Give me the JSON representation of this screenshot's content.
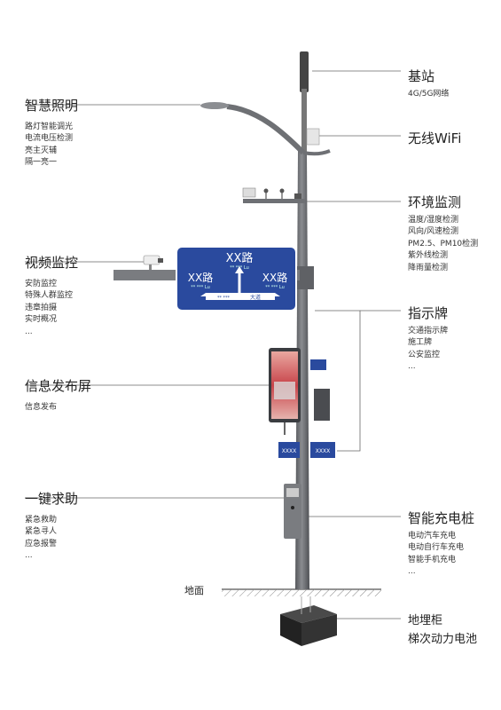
{
  "features": {
    "base_station": {
      "title": "基站",
      "items": [
        "4G/5G网络"
      ]
    },
    "wifi": {
      "title": "无线WiFi",
      "items": []
    },
    "environment": {
      "title": "环境监测",
      "items": [
        "温度/湿度检测",
        "风向/风速检测",
        "PM2.5、PM10检测",
        "紫外线检测",
        "降雨量检测"
      ]
    },
    "sign": {
      "title": "指示牌",
      "items": [
        "交通指示牌",
        "施工牌",
        "公安监控",
        "..."
      ]
    },
    "charging": {
      "title": "智能充电桩",
      "items": [
        "电动汽车充电",
        "电动自行车充电",
        "智能手机充电",
        "..."
      ]
    },
    "underground": {
      "title": "地埋柜",
      "items": [
        "梯次动力电池"
      ]
    },
    "lighting": {
      "title": "智慧照明",
      "items": [
        "路灯智能调光",
        "电流电压检测",
        "亮主灭辅",
        "隔一亮一"
      ]
    },
    "video": {
      "title": "视频监控",
      "items": [
        "安防监控",
        "特殊人群监控",
        "违章拍摄",
        "实时概况",
        "..."
      ]
    },
    "screen": {
      "title": "信息发布屏",
      "items": [
        "信息发布"
      ]
    },
    "help": {
      "title": "一键求助",
      "items": [
        "紧急救助",
        "紧急寻人",
        "应急报警",
        "..."
      ]
    }
  },
  "ground_label": "地面",
  "road_sign": {
    "line1": "XX路",
    "line1_sub": "** *** Lu",
    "left": "XX路",
    "left_sub": "** *** Lu",
    "right": "XX路",
    "right_sub": "** *** Lu",
    "bottom": "大道",
    "bottom_sub": "** ***"
  },
  "small_sign": {
    "text": "XXXX"
  },
  "colors": {
    "pole": "#6e7074",
    "sign_blue": "#2a4a9e",
    "leader": "#555555"
  }
}
